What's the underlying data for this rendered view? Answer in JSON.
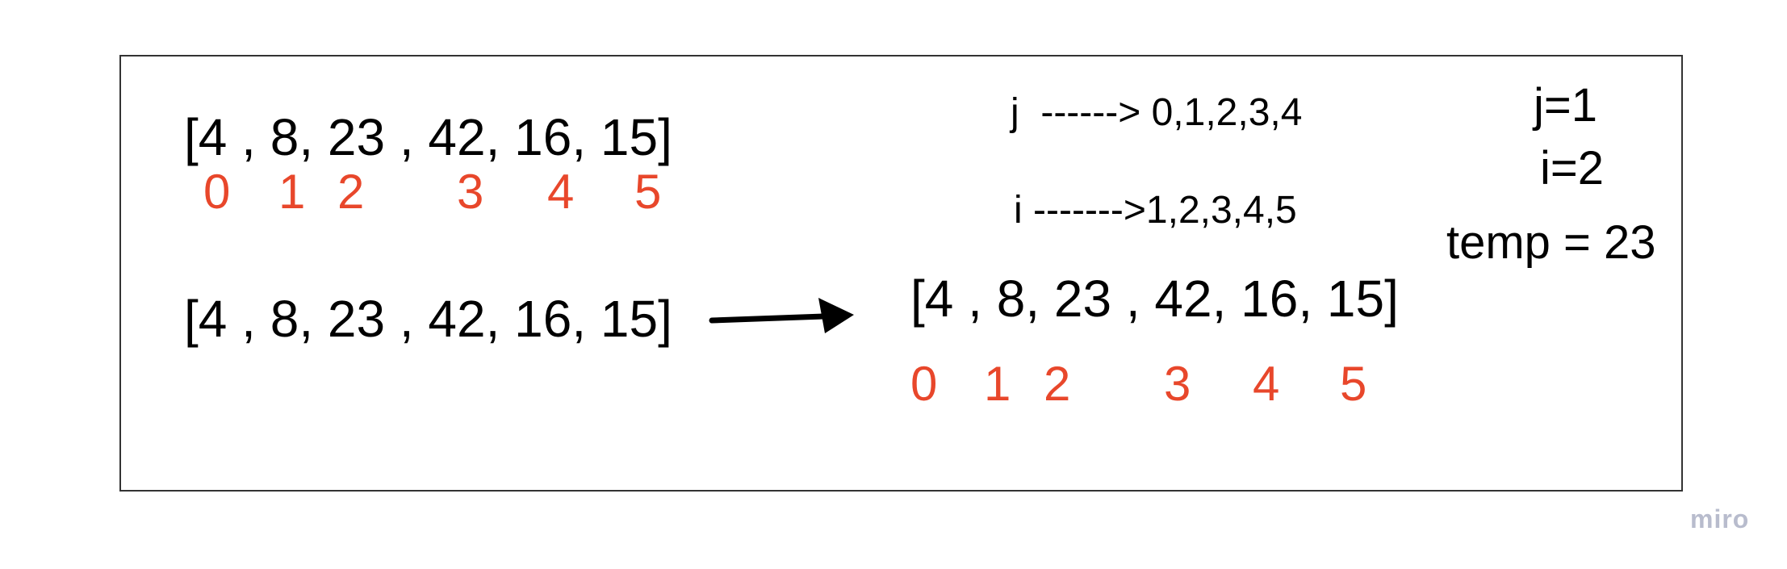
{
  "board": {
    "left": {
      "array_top": "[4 , 8, 23 , 42, 16, 15]",
      "indices": [
        "0",
        "1",
        "2",
        "3",
        "4",
        "5"
      ],
      "array_bottom": "[4 , 8, 23 , 42, 16, 15]"
    },
    "right": {
      "array": "[4 , 8, 23 , 42, 16, 15]",
      "indices": [
        "0",
        "1",
        "2",
        "3",
        "4",
        "5"
      ]
    },
    "loops": {
      "j_range": "j  ------> 0,1,2,3,4",
      "i_range": "i ------->1,2,3,4,5"
    },
    "vars": {
      "j": "j=1",
      "i": "i=2",
      "temp": "temp = 23"
    }
  },
  "colors": {
    "index": "#e8472b",
    "text": "#000000",
    "border": "#333333",
    "watermark": "#b8bccd"
  },
  "watermark": "miro"
}
